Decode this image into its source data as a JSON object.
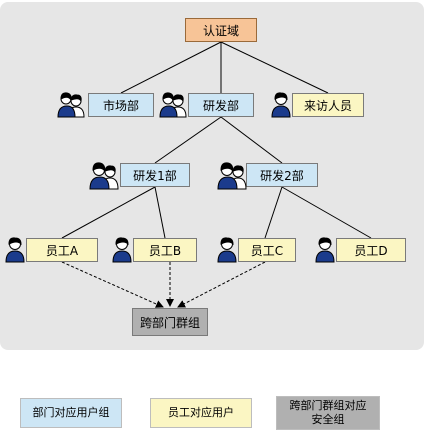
{
  "nodes": {
    "auth_domain": "认证域",
    "market_dept": "市场部",
    "rd_dept": "研发部",
    "visitors": "来访人员",
    "rd_1": "研发1部",
    "rd_2": "研发2部",
    "employee_a": "员工A",
    "employee_b": "员工B",
    "employee_c": "员工C",
    "employee_d": "员工D",
    "cross_group": "跨部门群组"
  },
  "legend": {
    "dept_group": "部门对应用户组",
    "employee_user": "员工对应用户",
    "cross_group_line1": "跨部门群组对应",
    "cross_group_line2": "安全组"
  },
  "colors": {
    "dept": "#cde6f5",
    "user": "#fbf6c3",
    "cross": "#b0b0b0",
    "domain": "#f7c497"
  },
  "icons": {
    "person": "user-group-icon"
  }
}
